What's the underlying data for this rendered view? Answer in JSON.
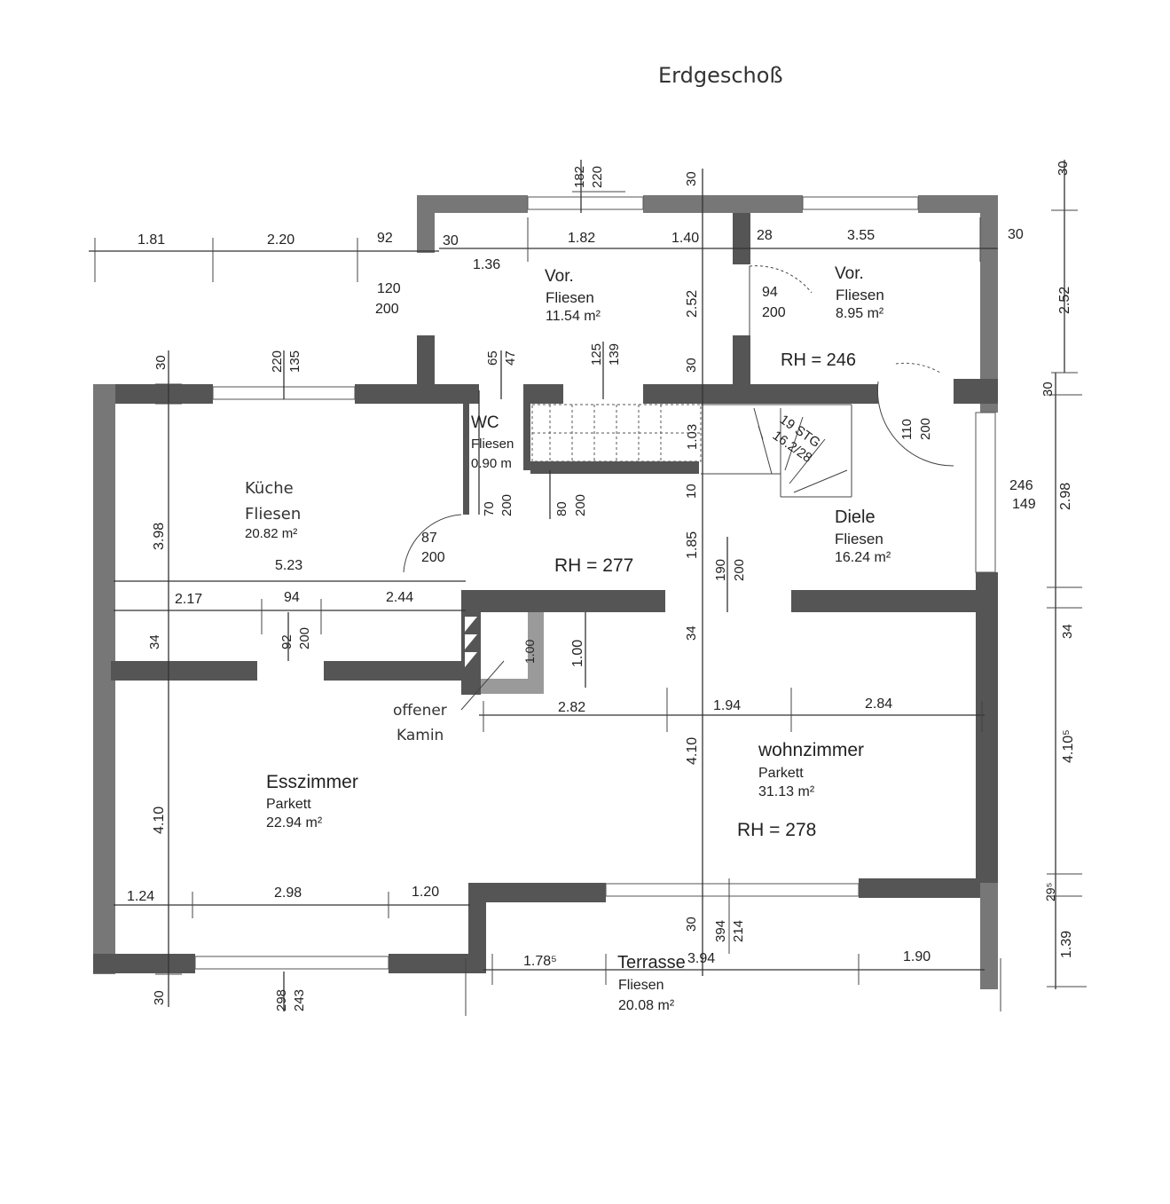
{
  "title": "Erdgeschoß",
  "rooms": {
    "vor1": {
      "name": "Vor.",
      "floor": "Fliesen",
      "area": "11.54 m²"
    },
    "vor2": {
      "name": "Vor.",
      "floor": "Fliesen",
      "area": "8.95 m²"
    },
    "wc": {
      "name": "WC",
      "floor": "Fliesen",
      "area": "0.90 m"
    },
    "kueche": {
      "name": "Küche",
      "floor": "Fliesen",
      "area": "20.82 m²"
    },
    "diele": {
      "name": "Diele",
      "floor": "Fliesen",
      "area": "16.24 m²"
    },
    "esszimmer": {
      "name": "Esszimmer",
      "floor": "Parkett",
      "area": "22.94 m²"
    },
    "wohnzimmer": {
      "name": "wohnzimmer",
      "floor": "Parkett",
      "area": "31.13 m²"
    },
    "terrasse": {
      "name": "Terrasse",
      "floor": "Fliesen",
      "area": "20.08 m²"
    }
  },
  "room_heights": {
    "rh1": "RH = 246",
    "rh2": "RH = 277",
    "rh3": "RH = 278"
  },
  "stair": {
    "steps": "19 STG",
    "ratio": "16.2/28"
  },
  "fireplace": {
    "line1": "offener",
    "line2": "Kamin"
  },
  "dimensions": {
    "top_1": "1.81",
    "top_2": "2.20",
    "top_3": "92",
    "top_4": "30",
    "top_5": "1.82",
    "top_6": "1.40",
    "top_7": "28",
    "top_8": "3.55",
    "top_9": "30",
    "top_10": "1.36",
    "v_182": "182",
    "v_220a": "220",
    "v_30a": "30",
    "v_30r": "30",
    "op_120": "120",
    "op_200a": "200",
    "v_252a": "2.52",
    "v_252r": "2.52",
    "door_94": "94",
    "door_200b": "200",
    "v_30b": "30",
    "v_220b": "220",
    "v_135": "135",
    "v_65": "65",
    "v_47": "47",
    "v_125": "125",
    "v_139": "139",
    "v_30c": "30",
    "v_30d": "30",
    "v_103": "1.03",
    "door_110": "110",
    "door_200c": "200",
    "v_246": "246",
    "v_149": "149",
    "v_298r": "2.98",
    "v_398": "3.98",
    "v_70": "70",
    "v_200d": "200",
    "v_80": "80",
    "v_200e": "200",
    "v_10": "10",
    "door_87": "87",
    "door_200f": "200",
    "h_523": "5.23",
    "v_185": "1.85",
    "v_190": "190",
    "v_200g": "200",
    "h_217": "2.17",
    "h_94": "94",
    "h_244": "2.44",
    "v_34a": "34",
    "v_92": "92",
    "v_200h": "200",
    "v_100a": "1.00",
    "v_100b": "1.00",
    "v_34b": "34",
    "v_34c": "34",
    "h_282": "2.82",
    "h_194": "1.94",
    "h_284": "2.84",
    "v_410a": "4.10",
    "v_410b": "4.10",
    "v_4105": "4.10⁵",
    "h_124": "1.24",
    "h_298": "2.98",
    "h_120": "1.20",
    "v_30e": "30",
    "v_394": "394",
    "v_214": "214",
    "v_295": "29⁵",
    "v_139r": "1.39",
    "h_1785": "1.78⁵",
    "h_394": "3.94",
    "h_190": "1.90",
    "v_30f": "30",
    "v_298b": "298",
    "v_243": "243"
  }
}
